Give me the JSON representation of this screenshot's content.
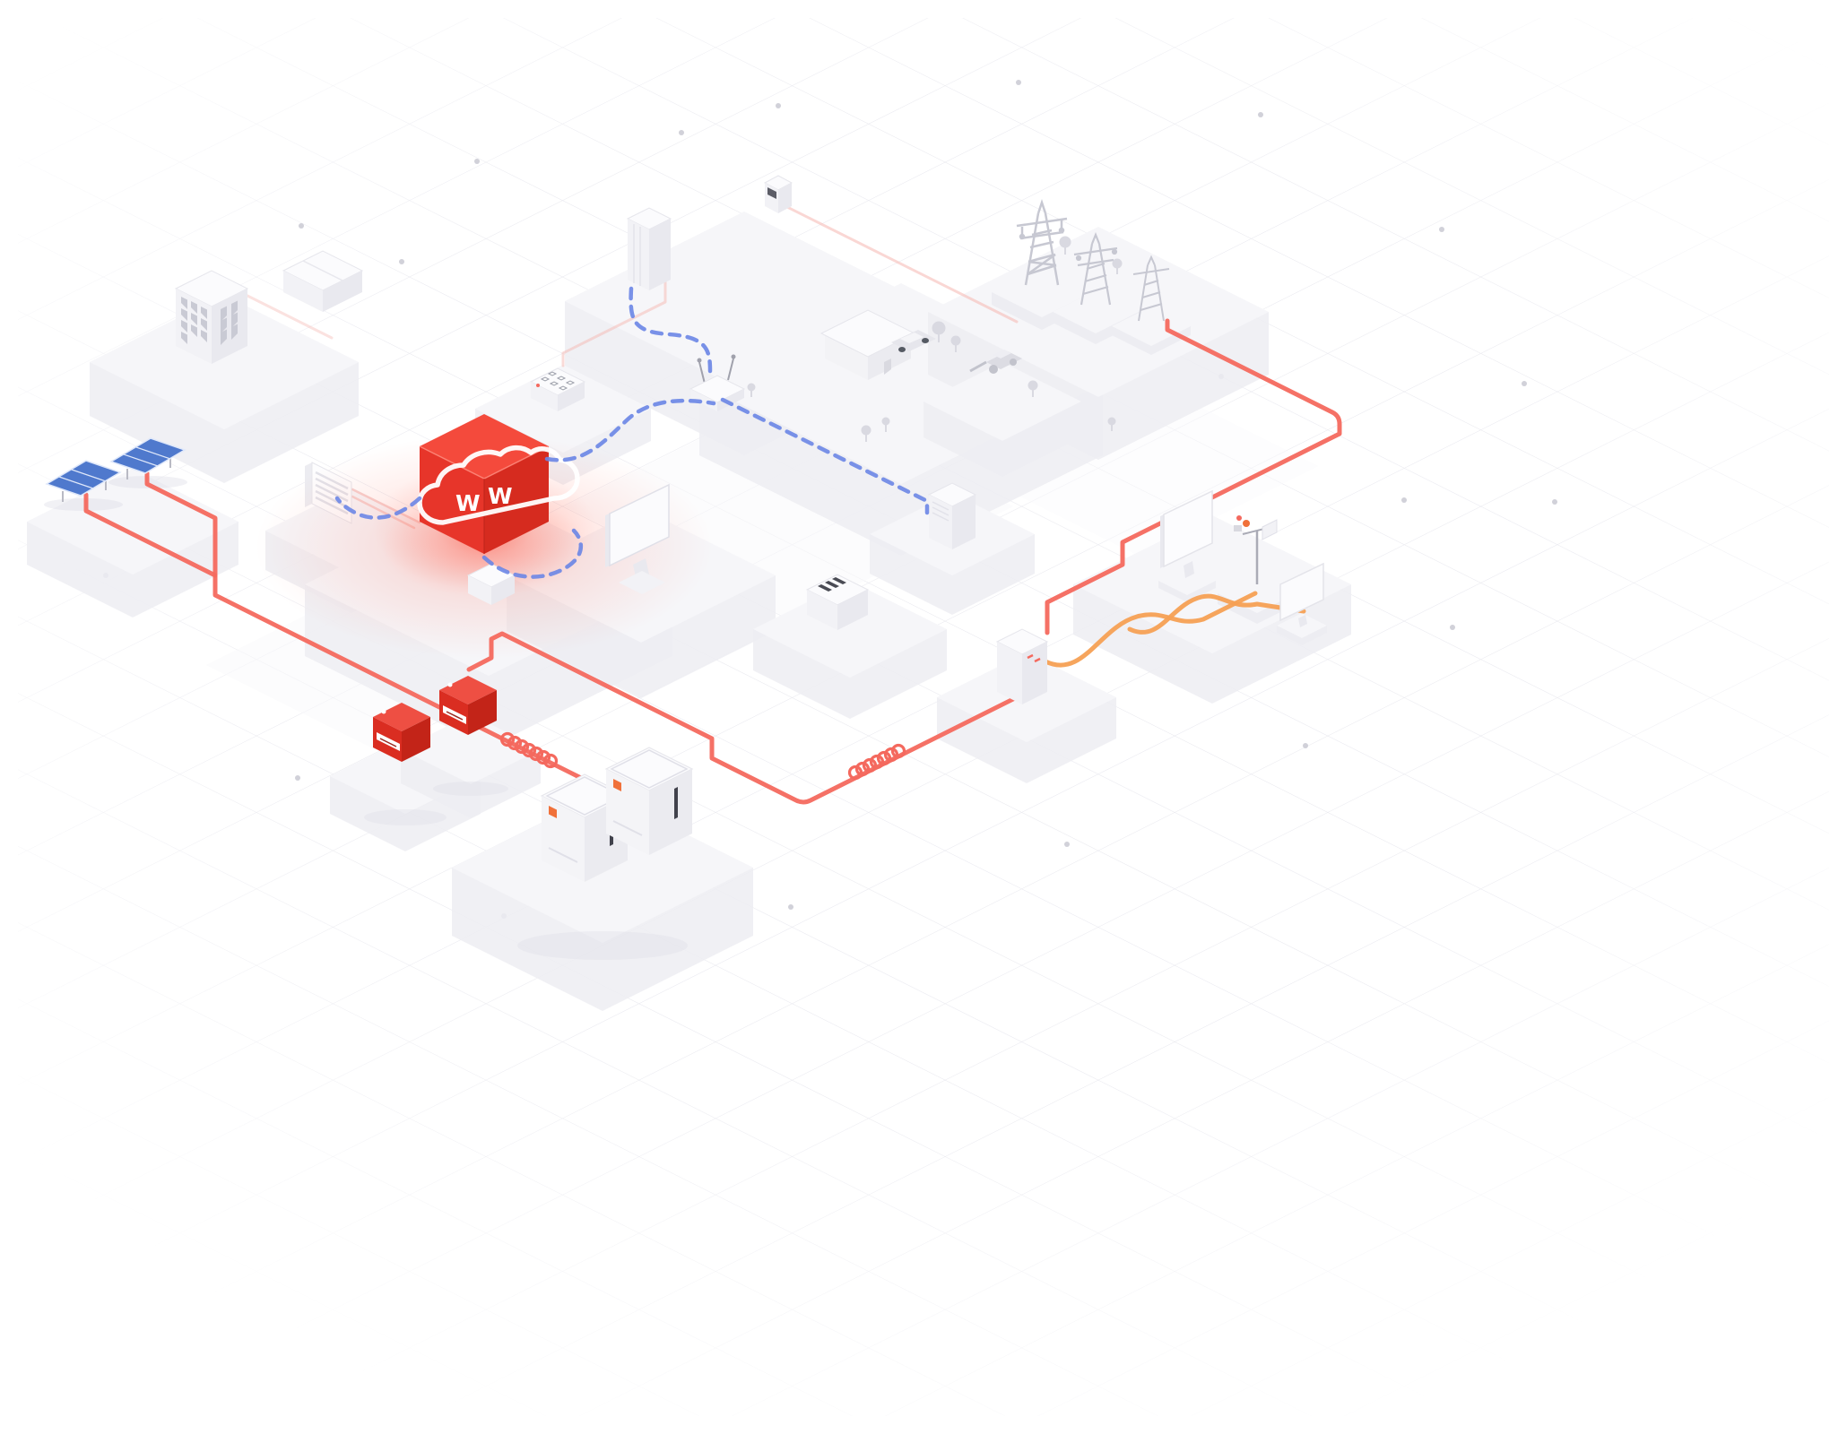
{
  "scene": {
    "description": "Isometric smart-energy network illustration with cloud hub, solar, storage, grid and EV assets",
    "background": "#ffffff"
  },
  "hub": {
    "logo_glyph": "W"
  },
  "colors": {
    "grid": "#e7e7ed",
    "grid_dot": "#c6c6d0",
    "slab_top": "#f6f6f9",
    "slab_side": "#ededf2",
    "slab_faint": "#fafafc",
    "device_top": "#fbfbfd",
    "device_left": "#f2f2f6",
    "device_right": "#e9e9ef",
    "device_edge": "#e0e0e8",
    "cube_top": "#f44a3c",
    "cube_left": "#e7352a",
    "cube_right": "#d62b1f",
    "glow": "#ff4a3a",
    "inverter_top": "#ee4f43",
    "inverter_left": "#da2d21",
    "inverter_right": "#c32418",
    "label_white": "#ffffff",
    "panel_blue": "#4f79cd",
    "panel_frame": "#dfe8fa",
    "line_red": "#f4695e",
    "line_red_faint": "#f6b7b1",
    "line_orange": "#f5a054",
    "line_blue": "#6b86e6",
    "detail_dark": "#41424c",
    "accent_orange": "#f0713a",
    "tower_gray": "#c7c8d2",
    "tree_gray": "#d9d9e1"
  },
  "components": [
    {
      "id": "solar-panel-left",
      "label": "solar panel array"
    },
    {
      "id": "solar-panel-right",
      "label": "solar panel array"
    },
    {
      "id": "office-building",
      "label": "office building"
    },
    {
      "id": "warehouse",
      "label": "warehouse"
    },
    {
      "id": "distribution-panel",
      "label": "distribution panel"
    },
    {
      "id": "cloud-hub",
      "label": "cloud energy platform"
    },
    {
      "id": "desktop-monitor",
      "label": "monitoring workstation"
    },
    {
      "id": "rooftop-meter-panel",
      "label": "metering panel"
    },
    {
      "id": "server-cabinet",
      "label": "server cabinet"
    },
    {
      "id": "smart-meter",
      "label": "smart meter"
    },
    {
      "id": "wifi-router",
      "label": "gateway router"
    },
    {
      "id": "house-with-ev",
      "label": "home with EV"
    },
    {
      "id": "electric-car",
      "label": "electric car"
    },
    {
      "id": "transmission-tower-1",
      "label": "transmission tower"
    },
    {
      "id": "transmission-tower-2",
      "label": "transmission tower"
    },
    {
      "id": "transmission-tower-3",
      "label": "transmission tower"
    },
    {
      "id": "farm-harvester",
      "label": "agricultural machine"
    },
    {
      "id": "battery-cabinet",
      "label": "battery cabinet"
    },
    {
      "id": "vent-unit",
      "label": "ventilated unit"
    },
    {
      "id": "grid-battery",
      "label": "grid battery"
    },
    {
      "id": "display-panel",
      "label": "display panel"
    },
    {
      "id": "weather-station",
      "label": "weather station"
    },
    {
      "id": "display-panel-2",
      "label": "display panel"
    },
    {
      "id": "string-inverter-1",
      "label": "string inverter"
    },
    {
      "id": "string-inverter-2",
      "label": "string inverter"
    },
    {
      "id": "battery-storage-1",
      "label": "battery storage unit"
    },
    {
      "id": "battery-storage-2",
      "label": "battery storage unit"
    },
    {
      "id": "inductor-coil-1",
      "label": "inline coil"
    },
    {
      "id": "inductor-coil-2",
      "label": "inline coil"
    },
    {
      "id": "power-line-left",
      "label": "power line"
    },
    {
      "id": "grid-loop-line",
      "label": "grid loop line"
    },
    {
      "id": "bottom-power-line",
      "label": "power line"
    },
    {
      "id": "microgrid-line-1",
      "label": "microgrid line"
    },
    {
      "id": "microgrid-line-2",
      "label": "microgrid line"
    },
    {
      "id": "cloud-data-link",
      "label": "cloud data link (dashed)"
    }
  ]
}
